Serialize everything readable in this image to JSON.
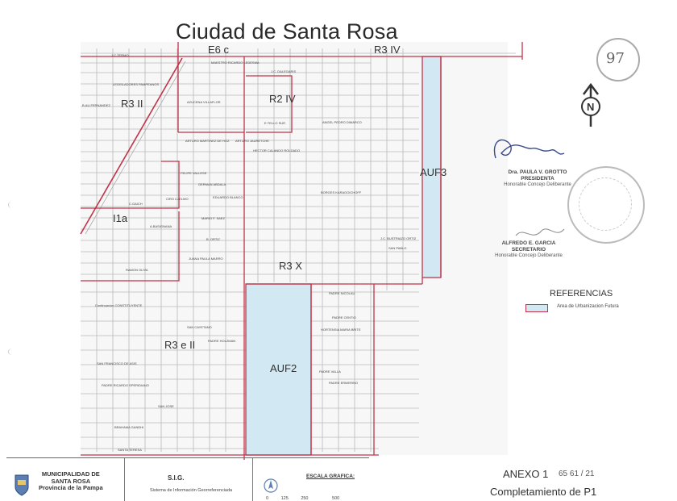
{
  "title": "Ciudad de Santa Rosa",
  "zones": {
    "e6c": "E6 c",
    "r3iv": "R3 IV",
    "r3ii": "R3 II",
    "r2iv": "R2 IV",
    "auf3": "AUF3",
    "i1a": "I1a",
    "r3x": "R3 X",
    "r3eii": "R3 e II",
    "auf2": "AUF2"
  },
  "streets": {
    "s1": "J.C.TERMO",
    "s2": "MAESTRO RICARDO LEDESMA",
    "s3": "LEGISLADORES PAMPEANOS",
    "s4": "B.AU.FERNANDEZ",
    "s5": "AZUCENA VILLAFLOR",
    "s6": "ARTURO MARTINEZ DE HOZ",
    "s7": "FELIPE VALLESE",
    "s8": "ARTURO JAURETCHE",
    "s9": "HECTOR CALANDO ROLDADO",
    "s10": "GERMAN ABDALA",
    "s11": "EDUARDO BLANCO",
    "s12": "J.C. DALEGARIS",
    "s13": "E.TELLO SUR",
    "s14": "ANGEL PEDRO DIMARCO",
    "s15": "BORGES KARAGOICHOFF",
    "s16": "MARIO F. SAEZ",
    "s17": "A.BASIGNANA",
    "s18": "B. ORTIZ",
    "s19": "JUANA PAULA MARRO",
    "s20": "Continuacion CONSTITUYENTE",
    "s21": "SAN CAYETANO",
    "s22": "PADRE HOLZMAN",
    "s23": "SAN FRANCISCO DE ASIS",
    "s24": "PADRE RICARDO SPERIDIANO",
    "s25": "SAN JOSE",
    "s26": "BRAHAMA GANDHI",
    "s27": "SANTA TERESA",
    "s28": "PADRE NICOLAU",
    "s29": "PADRE CENTIO",
    "s30": "HORTENSIA MARIA BRITE",
    "s31": "PADRE VALLA",
    "s32": "PADRE ERMERINO",
    "s33": "J.C. BUSTRIAZO ORTIZ",
    "s34": "SAN PABLO",
    "s35": "C.GAICH",
    "s36": "CIRO LUELMO",
    "s37": "RAMON OLIVA"
  },
  "references": {
    "title": "REFERENCIAS",
    "item": "Area de Urbanizacion Futura",
    "item_color": "#d2e9f4",
    "border_color": "#c0344a"
  },
  "signatures": {
    "president_name": "Dra. PAULA V. GROTTO",
    "president_role": "PRESIDENTA",
    "president_org": "Honorable Concejo Deliberante",
    "secretary_name": "ALFREDO E. GARCIA",
    "secretary_role": "SECRETARIO",
    "secretary_org": "Honorable Concejo Deliberante"
  },
  "stamp_number": "97",
  "footer": {
    "muni_line1": "MUNICIPALIDAD DE",
    "muni_line2": "SANTA ROSA",
    "muni_line3": "Provincia de la Pampa",
    "sig": "S.I.G.",
    "sig_sub": "Sistema de Información Georreferenciada",
    "escala": "ESCALA GRAFICA:",
    "scale_values": [
      "0",
      "125",
      "250",
      "500"
    ]
  },
  "anexo": "ANEXO 1",
  "anexo_number": "65 61 / 21",
  "anexo_sub": "Completamiento de P1"
}
